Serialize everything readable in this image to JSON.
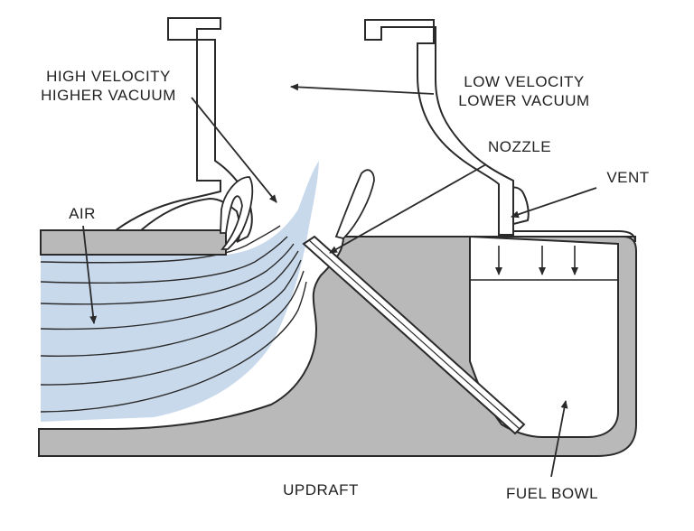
{
  "labels": {
    "high_velocity_line1": "HIGH VELOCITY",
    "high_velocity_line2": "HIGHER VACUUM",
    "low_velocity_line1": "LOW VELOCITY",
    "low_velocity_line2": "LOWER VACUUM",
    "nozzle": "NOZZLE",
    "vent": "VENT",
    "air": "AIR",
    "updraft": "UPDRAFT",
    "fuel_bowl": "FUEL BOWL"
  },
  "colors": {
    "background": "#ffffff",
    "air_flow": "#c9d9ec",
    "casting_fill": "#b9b9b9",
    "outline": "#2a2a2a",
    "text": "#222222"
  }
}
